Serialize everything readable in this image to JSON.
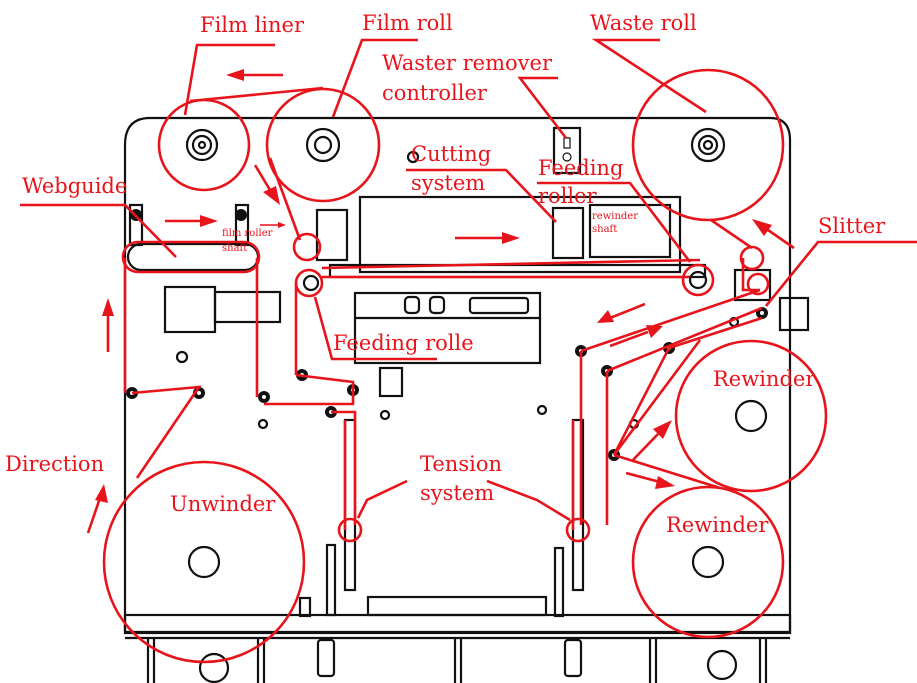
{
  "diagram": {
    "title": "Label slitting / die-cutting machine web path",
    "accent_color": "#e8141b",
    "line_color": "#111111",
    "labels": {
      "film_liner": "Film liner",
      "film_roll": "Film roll",
      "waster_remover_line1": "Waster remover",
      "waster_remover_line2": "controller",
      "waste_roll": "Waste roll",
      "cutting_line1": "Cutting",
      "cutting_line2": "system",
      "feeding_roller_line1": "Feeding",
      "feeding_roller_line2": "roller",
      "rewinder_shaft_line1": "rewinder",
      "rewinder_shaft_line2": "shaft",
      "film_roller_shaft_line1": "film roller",
      "film_roller_shaft_line2": "shaft",
      "webguide": "Webguide",
      "slitter": "Slitter",
      "feeding_rolle": "Feeding rolle",
      "direction": "Direction",
      "unwinder": "Unwinder",
      "tension_line1": "Tension",
      "tension_line2": "system",
      "rewinder_upper": "Rewinder",
      "rewinder_lower": "Rewinder"
    },
    "icons": {
      "flow_arrow": "arrow-icon",
      "roll": "circle-roll-icon",
      "idler": "idler-roller-icon"
    }
  }
}
